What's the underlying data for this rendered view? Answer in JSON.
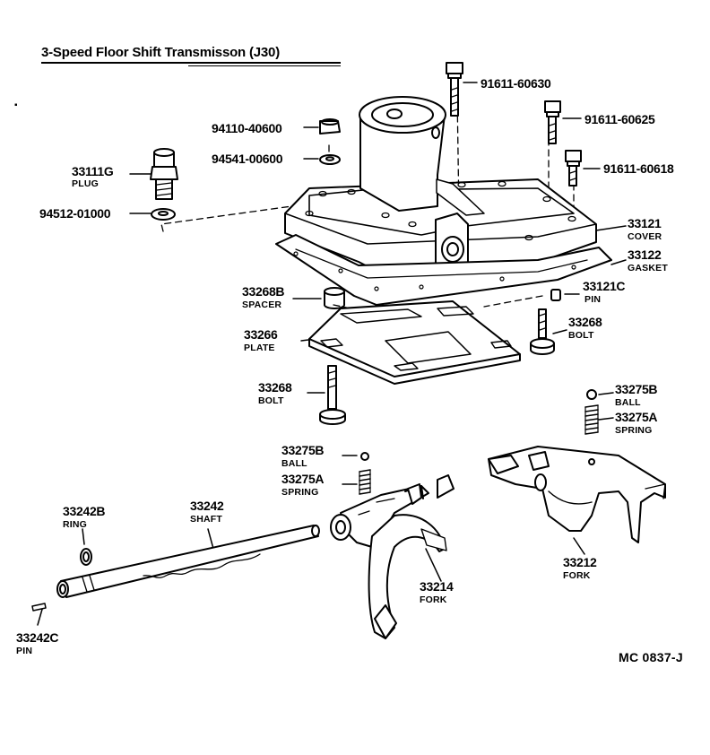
{
  "title": "3-Speed Floor Shift Transmisson (J30)",
  "diagram_code": "MC  0837-J",
  "parts": [
    {
      "id": "bolt1",
      "number": "91611-60630",
      "name": ""
    },
    {
      "id": "bolt2",
      "number": "91611-60625",
      "name": ""
    },
    {
      "id": "bolt3",
      "number": "91611-60618",
      "name": ""
    },
    {
      "id": "nut",
      "number": "94110-40600",
      "name": ""
    },
    {
      "id": "washer",
      "number": "94541-00600",
      "name": ""
    },
    {
      "id": "plug",
      "number": "33111G",
      "name": "PLUG"
    },
    {
      "id": "gasketwasher",
      "number": "94512-01000",
      "name": ""
    },
    {
      "id": "cover",
      "number": "33121",
      "name": "COVER"
    },
    {
      "id": "gasket",
      "number": "33122",
      "name": "GASKET"
    },
    {
      "id": "spacer",
      "number": "33268B",
      "name": "SPACER"
    },
    {
      "id": "pin1",
      "number": "33121C",
      "name": "PIN"
    },
    {
      "id": "plate",
      "number": "33266",
      "name": "PLATE"
    },
    {
      "id": "bolt4",
      "number": "33268",
      "name": "BOLT"
    },
    {
      "id": "bolt5",
      "number": "33268",
      "name": "BOLT"
    },
    {
      "id": "ball1",
      "number": "33275B",
      "name": "BALL"
    },
    {
      "id": "spring1",
      "number": "33275A",
      "name": "SPRING"
    },
    {
      "id": "ball2",
      "number": "33275B",
      "name": "BALL"
    },
    {
      "id": "spring2",
      "number": "33275A",
      "name": "SPRING"
    },
    {
      "id": "ring",
      "number": "33242B",
      "name": "RING"
    },
    {
      "id": "shaft",
      "number": "33242",
      "name": "SHAFT"
    },
    {
      "id": "pin2",
      "number": "33242C",
      "name": "PIN"
    },
    {
      "id": "fork1",
      "number": "33214",
      "name": "FORK"
    },
    {
      "id": "fork2",
      "number": "33212",
      "name": "FORK"
    }
  ]
}
